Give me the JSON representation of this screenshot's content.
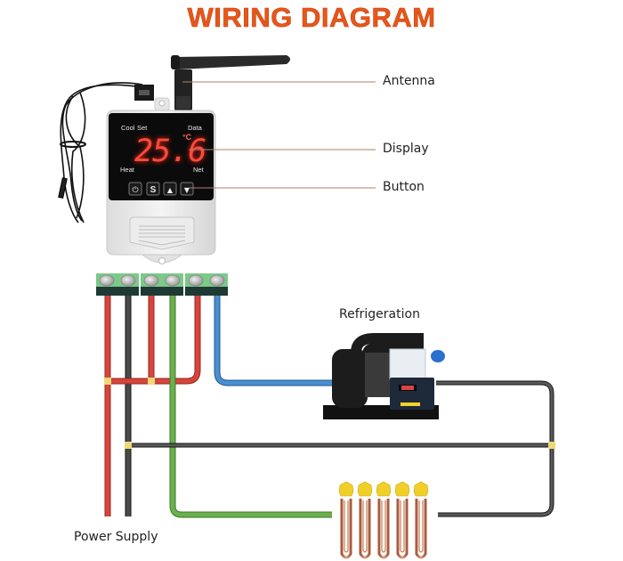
{
  "title": "WIRING DIAGRAM",
  "colors": {
    "title": "#e8561b",
    "wire_red": "#d9443a",
    "wire_black": "#3a3a3a",
    "wire_green": "#6ab04c",
    "wire_blue": "#4a90d0",
    "terminal_green": "#7cc98a",
    "leader_line": "#a8826e",
    "display_digits": "#ff3b2f"
  },
  "callouts": {
    "antenna": "Antenna",
    "display": "Display",
    "button": "Button"
  },
  "device": {
    "display_value": "25.6",
    "unit": "°C",
    "indicators": {
      "cool": "Cool",
      "set": "Set",
      "data": "Data",
      "heat": "Heat",
      "net": "Net"
    },
    "buttons": [
      {
        "name": "power",
        "glyph": "⏻"
      },
      {
        "name": "set",
        "glyph": "S"
      },
      {
        "name": "up",
        "glyph": "▲"
      },
      {
        "name": "down",
        "glyph": "▼"
      }
    ]
  },
  "components": {
    "refrigeration": "Refrigeration",
    "power_supply": "Power Supply",
    "heater_count": 5
  }
}
